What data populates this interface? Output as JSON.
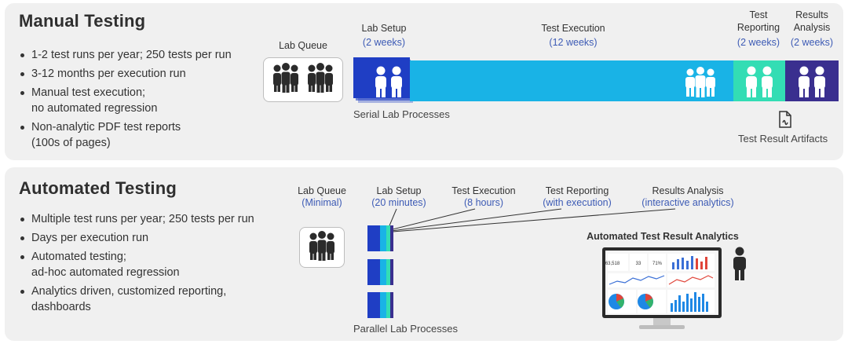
{
  "manual": {
    "title": "Manual Testing",
    "bullets": [
      "1-2 test runs per year; 250 tests per run",
      "3-12 months per execution run",
      "Manual test execution;\nno automated regression",
      "Non-analytic PDF test reports\n(100s of pages)"
    ],
    "lab_queue": "Lab Queue",
    "phases": [
      {
        "label": "Lab Setup",
        "sub": "(2 weeks)"
      },
      {
        "label": "Test Execution",
        "sub": "(12 weeks)"
      },
      {
        "label": "Test\nReporting",
        "sub": "(2 weeks)"
      },
      {
        "label": "Results\nAnalysis",
        "sub": "(2 weeks)"
      }
    ],
    "serial_caption": "Serial Lab Processes",
    "artifacts_caption": "Test Result Artifacts"
  },
  "automated": {
    "title": "Automated Testing",
    "bullets": [
      "Multiple test runs per year; 250 tests per run",
      "Days per execution run",
      "Automated testing;\nad-hoc automated regression",
      "Analytics driven, customized reporting,\ndashboards"
    ],
    "phases": [
      {
        "label": "Lab Queue",
        "sub": "(Minimal)"
      },
      {
        "label": "Lab Setup",
        "sub": "(20 minutes)"
      },
      {
        "label": "Test Execution",
        "sub": "(8 hours)"
      },
      {
        "label": "Test Reporting",
        "sub": "(with execution)"
      },
      {
        "label": "Results Analysis",
        "sub": "(interactive analytics)"
      }
    ],
    "parallel_caption": "Parallel Lab Processes",
    "analytics_caption": "Automated Test Result Analytics",
    "dashboard": {
      "kpis": [
        "63,518",
        "33",
        "71%"
      ]
    }
  },
  "colors": {
    "setup_blue": "#1f3ec4",
    "execution_cyan": "#19b3e6",
    "reporting_green": "#33ddb4",
    "analysis_purple": "#3a2f8f",
    "label_blue": "#3d5bb5"
  },
  "icons": {
    "people": "people-group-icon",
    "document": "document-icon",
    "person": "person-icon",
    "monitor": "monitor-icon"
  }
}
